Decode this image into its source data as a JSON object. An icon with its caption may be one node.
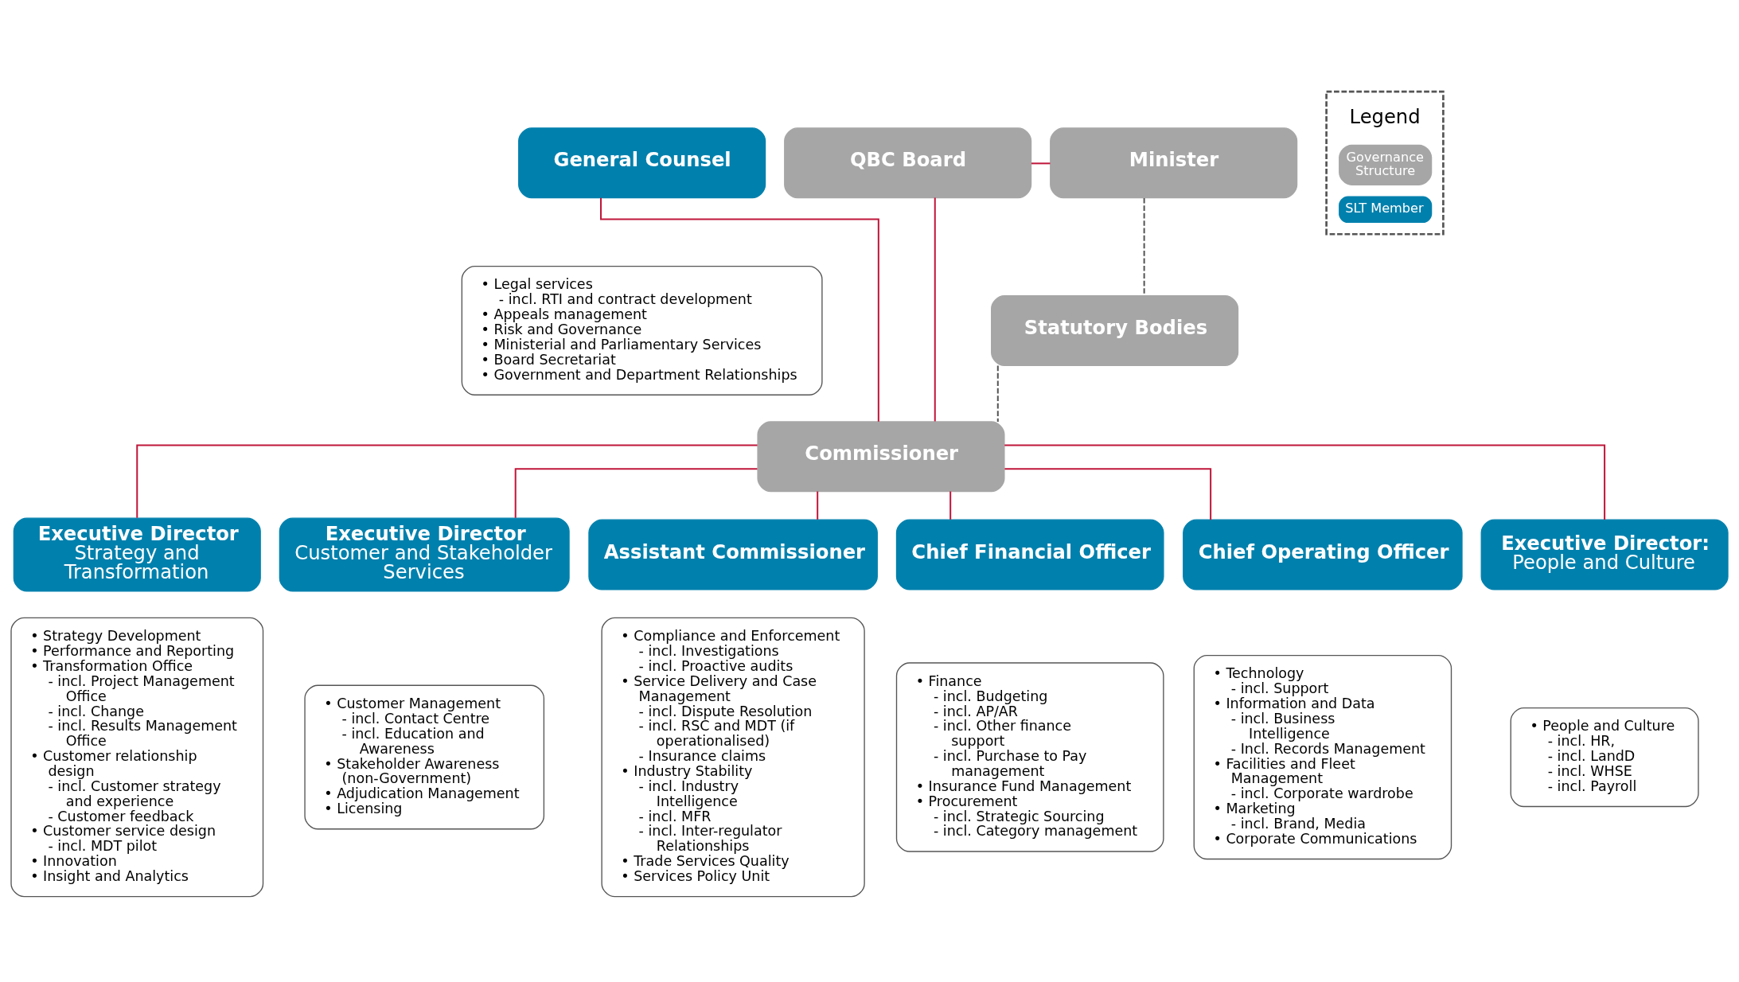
{
  "diagram": {
    "nodes": [
      {
        "text": [
          "General Counsel"
        ]
      },
      {
        "text": [
          "• Legal services",
          "- incl. RTI and contract development",
          "• Appeals management",
          "• Risk and Governance",
          "• Ministerial and Parliamentary Services",
          "• Board Secretariat",
          "• Government and Department Relationships"
        ]
      },
      {
        "text": [
          "QBC Board"
        ]
      },
      {
        "text": [
          "Minister"
        ]
      },
      {
        "text": [
          "Statutory Bodies"
        ]
      },
      {
        "text": [
          "Commissioner"
        ]
      },
      {
        "text": [
          "Executive Director",
          "Strategy and Transformation"
        ]
      },
      {
        "text": [
          "Executive Director",
          "Customer and Stakeholder Services"
        ]
      },
      {
        "text": [
          "Assistant Commissioner"
        ]
      },
      {
        "text": [
          "Chief Financial Officer"
        ]
      },
      {
        "text": [
          "Chief Operating Officer"
        ]
      },
      {
        "text": [
          "Executive Director:",
          "People and Culture"
        ]
      },
      {
        "text": [
          "• Strategy Development",
          "• Performance and Reporting",
          "• Transformation Office",
          "- incl. Project Management Office",
          "- incl. Change",
          "- incl. Results Management Office",
          "• Customer relationship design",
          "- incl. Customer strategy and experience",
          "- Customer feedback",
          "• Customer service design",
          "- incl. MDT pilot",
          "• Innovation",
          "• Insight and Analytics"
        ]
      },
      {
        "text": [
          "• Customer Management",
          "- incl. Contact Centre",
          "- incl. Education and Awareness",
          "• Stakeholder Awareness (non-Government)",
          "• Adjudication Management",
          "• Licensing"
        ]
      },
      {
        "text": [
          "• Compliance and Enforcement",
          "- incl. Investigations",
          "- incl. Proactive audits",
          "• Service Delivery and Case Management",
          "- incl. Dispute Resolution",
          "- incl. RSC and MDT (if operationalised)",
          "- Insurance claims",
          "• Industry Stability",
          "- incl. Industry Intelligence",
          "- incl. MFR",
          "- incl. Inter-regulator Relationships",
          "• Trade Services Quality",
          "• Services Policy Unit"
        ]
      },
      {
        "text": [
          "• Finance",
          "- incl. Budgeting",
          "- incl. AP/AR",
          "- incl. Other finance support",
          "- incl. Purchase to Pay management",
          "• Insurance Fund Management",
          "• Procurement",
          "- incl. Strategic Sourcing",
          "- incl. Category management"
        ]
      },
      {
        "text": [
          "• Technology",
          "- incl. Support",
          "• Information and Data",
          "- incl. Business Intelligence",
          "- Incl. Records Management",
          "• Facilities and Fleet Management",
          "- incl. Corporate wardrobe",
          "• Marketing",
          "- incl. Brand, Media",
          "• Corporate Communications"
        ]
      },
      {
        "text": [
          "• People and Culture",
          "- incl. HR,",
          "- incl. LandD",
          "- incl. WHSE",
          "- incl. Payroll"
        ]
      }
    ],
    "edges": [
      {
        "from": 0,
        "to": 5,
        "arrow": "none"
      },
      {
        "from": 2,
        "to": 3,
        "arrow": "none"
      },
      {
        "from": 2,
        "to": 5,
        "arrow": "none"
      },
      {
        "from": 3,
        "to": 4,
        "arrow": "none",
        "style": "dashed",
        "color": "#555555"
      },
      {
        "from": 4,
        "to": 5,
        "arrow": "none",
        "style": "dashed",
        "color": "#555555"
      },
      {
        "from": 5,
        "to": 6,
        "arrow": "none"
      },
      {
        "from": 5,
        "to": 7,
        "arrow": "none"
      },
      {
        "from": 5,
        "to": 8,
        "arrow": "none"
      },
      {
        "from": 5,
        "to": 9,
        "arrow": "none"
      },
      {
        "from": 5,
        "to": 10,
        "arrow": "none"
      },
      {
        "from": 5,
        "to": 11,
        "arrow": "none"
      }
    ],
    "labels": [
      "Legend"
    ],
    "legend": [
      {
        "text": "Governance Structure",
        "color": "#a6a6a6"
      },
      {
        "text": "SLT Member",
        "color": "#0080ad"
      }
    ]
  }
}
